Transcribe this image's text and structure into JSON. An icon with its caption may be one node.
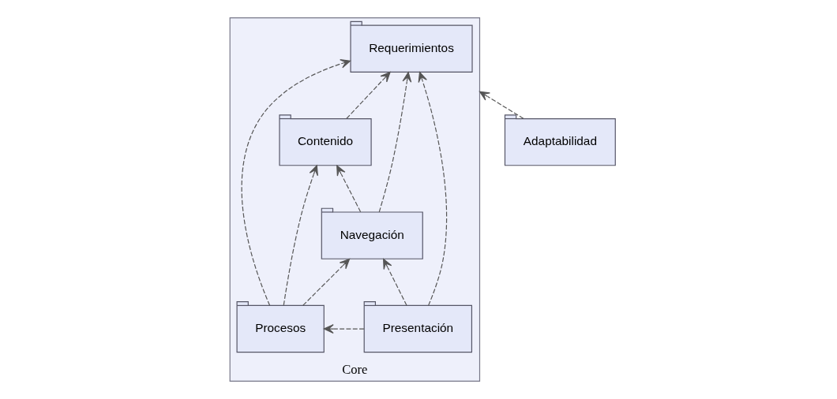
{
  "diagram": {
    "nodes": [
      {
        "text": [
          "Core"
        ]
      },
      {
        "text": [
          "Requerimientos"
        ],
        "in": 0
      },
      {
        "text": [
          "Contenido"
        ],
        "in": 0
      },
      {
        "text": [
          "Navegación"
        ],
        "in": 0
      },
      {
        "text": [
          "Presentación"
        ],
        "in": 0
      },
      {
        "text": [
          "Procesos"
        ],
        "in": 0
      },
      {
        "text": [
          "Adaptabilidad"
        ]
      }
    ],
    "edges": [
      {
        "from": 2,
        "to": 1,
        "arrow": "to",
        "style": "dashed"
      },
      {
        "from": 5,
        "to": 1,
        "arrow": "to",
        "style": "dashed"
      },
      {
        "from": 3,
        "to": 1,
        "arrow": "to",
        "style": "dashed"
      },
      {
        "from": 4,
        "to": 1,
        "arrow": "to",
        "style": "dashed"
      },
      {
        "from": 3,
        "to": 2,
        "arrow": "to",
        "style": "dashed"
      },
      {
        "from": 4,
        "to": 3,
        "arrow": "to",
        "style": "dashed"
      },
      {
        "from": 5,
        "to": 2,
        "arrow": "to",
        "style": "dashed"
      },
      {
        "from": 5,
        "to": 3,
        "arrow": "to",
        "style": "dashed"
      },
      {
        "from": 4,
        "to": 5,
        "arrow": "to",
        "style": "dashed"
      },
      {
        "from": 6,
        "to": 0,
        "arrow": "to",
        "style": "dashed"
      }
    ]
  }
}
